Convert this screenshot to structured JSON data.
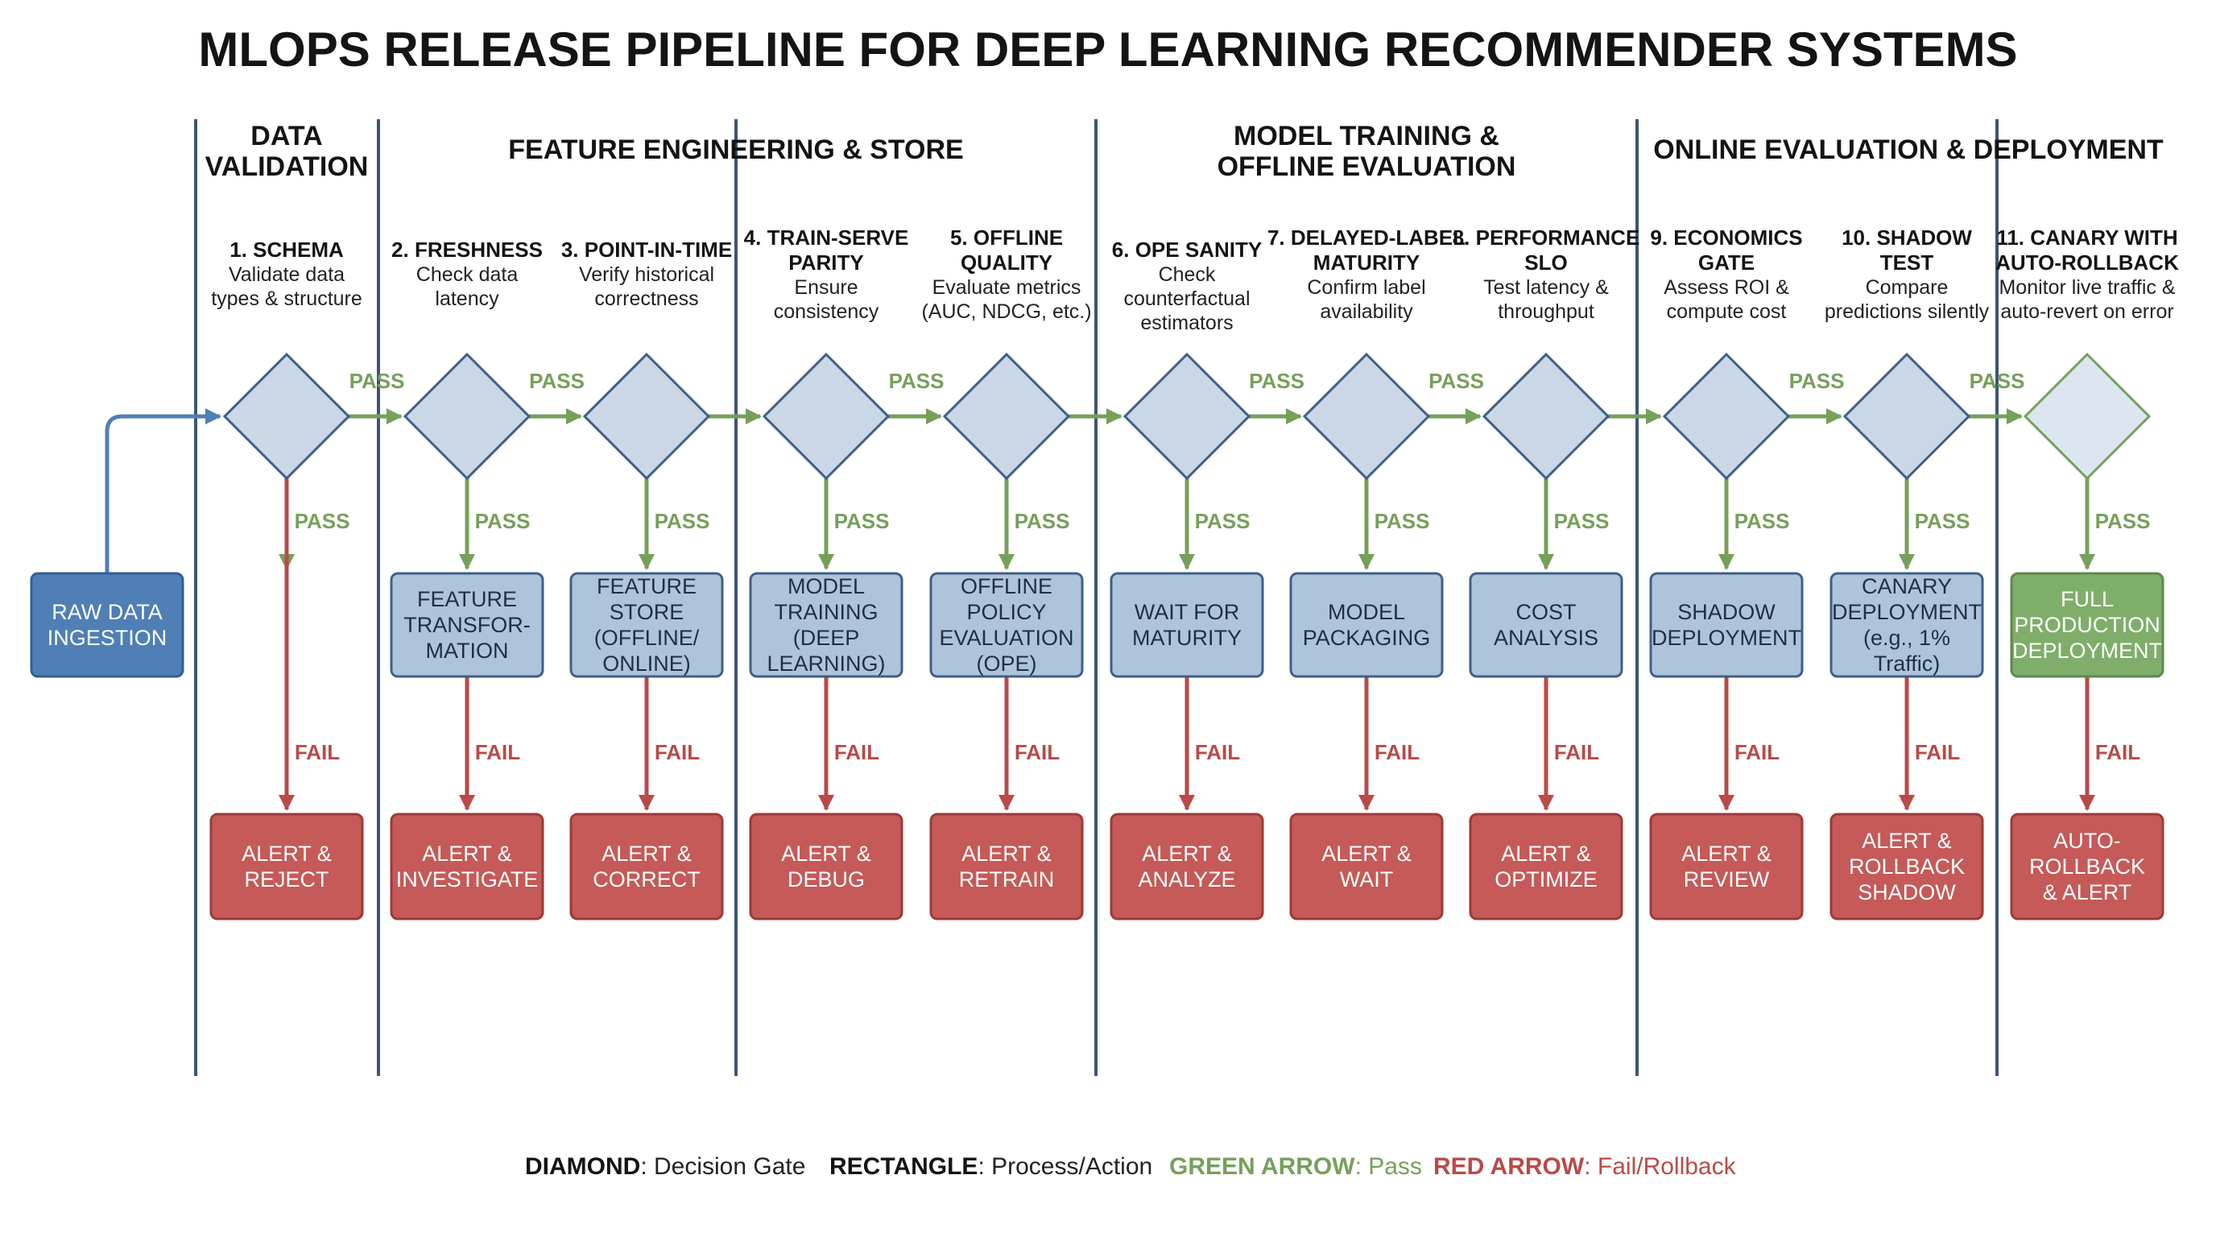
{
  "title": "MLOPS RELEASE PIPELINE FOR DEEP LEARNING RECOMMENDER SYSTEMS",
  "phases": [
    {
      "lines": [
        "DATA",
        "VALIDATION"
      ]
    },
    {
      "lines": [
        "FEATURE ENGINEERING & STORE"
      ]
    },
    {
      "lines": [
        "MODEL TRAINING &",
        "OFFLINE EVALUATION"
      ]
    },
    {
      "lines": [
        "ONLINE EVALUATION & DEPLOYMENT"
      ]
    }
  ],
  "start": {
    "lines": [
      "RAW DATA",
      "INGESTION"
    ]
  },
  "pass_label": "PASS",
  "fail_label": "FAIL",
  "gates": [
    {
      "title": [
        "1. SCHEMA"
      ],
      "desc": [
        "Validate data",
        "types & structure"
      ],
      "process": [
        "FEATURE",
        "TRANSFOR-",
        "MATION"
      ],
      "alert": [
        "ALERT &",
        "REJECT"
      ]
    },
    {
      "title": [
        "2. FRESHNESS"
      ],
      "desc": [
        "Check data",
        "latency"
      ],
      "process": [
        "FEATURE",
        "STORE",
        "(OFFLINE/",
        "ONLINE)"
      ],
      "alert": [
        "ALERT &",
        "INVESTIGATE"
      ]
    },
    {
      "title": [
        "3. POINT-IN-TIME"
      ],
      "desc": [
        "Verify historical",
        "correctness"
      ],
      "process": [
        "MODEL",
        "TRAINING",
        "(DEEP",
        "LEARNING)"
      ],
      "alert": [
        "ALERT &",
        "CORRECT"
      ]
    },
    {
      "title": [
        "4. TRAIN-SERVE",
        "PARITY"
      ],
      "desc": [
        "Ensure",
        "consistency"
      ],
      "process": [
        "OFFLINE",
        "POLICY",
        "EVALUATION",
        "(OPE)"
      ],
      "alert": [
        "ALERT &",
        "DEBUG"
      ]
    },
    {
      "title": [
        "5. OFFLINE",
        "QUALITY"
      ],
      "desc": [
        "Evaluate metrics",
        "(AUC, NDCG, etc.)"
      ],
      "process": [
        "WAIT FOR",
        "MATURITY"
      ],
      "alert": [
        "ALERT &",
        "RETRAIN"
      ]
    },
    {
      "title": [
        "6. OPE SANITY"
      ],
      "desc": [
        "Check",
        "counterfactual",
        "estimators"
      ],
      "process": [
        "MODEL",
        "PACKAGING"
      ],
      "alert": [
        "ALERT &",
        "ANALYZE"
      ]
    },
    {
      "title": [
        "7. DELAYED-LABEL",
        "MATURITY"
      ],
      "desc": [
        "Confirm label",
        "availability"
      ],
      "process": [
        "COST",
        "ANALYSIS"
      ],
      "alert": [
        "ALERT &",
        "WAIT"
      ]
    },
    {
      "title": [
        "8. PERFORMANCE",
        "SLO"
      ],
      "desc": [
        "Test latency &",
        "throughput"
      ],
      "process": [
        "SHADOW",
        "DEPLOYMENT"
      ],
      "alert": [
        "ALERT &",
        "OPTIMIZE"
      ]
    },
    {
      "title": [
        "9. ECONOMICS",
        "GATE"
      ],
      "desc": [
        "Assess ROI &",
        "compute cost"
      ],
      "process": [
        "CANARY",
        "DEPLOYMENT",
        "(e.g., 1%",
        "Traffic)"
      ],
      "alert": [
        "ALERT &",
        "REVIEW"
      ]
    },
    {
      "title": [
        "10. SHADOW",
        "TEST"
      ],
      "desc": [
        "Compare",
        "predictions silently"
      ],
      "process": [
        "FULL",
        "PRODUCTION",
        "DEPLOYMENT"
      ],
      "alert": [
        "ALERT &",
        "ROLLBACK",
        "SHADOW"
      ]
    },
    {
      "title": [
        "11. CANARY WITH",
        "AUTO-ROLLBACK"
      ],
      "desc": [
        "Monitor live traffic &",
        "auto-revert on error"
      ],
      "process": [],
      "alert": [
        "AUTO-",
        "ROLLBACK",
        "& ALERT"
      ]
    }
  ],
  "legend": [
    {
      "key": "DIAMOND",
      "text": ": Decision Gate",
      "color": "#141414"
    },
    {
      "key": "RECTANGLE",
      "text": ": Process/Action",
      "color": "#141414"
    },
    {
      "key": "GREEN ARROW",
      "text": ": Pass",
      "color": "#76a05a"
    },
    {
      "key": "RED ARROW",
      "text": ": Fail/Rollback",
      "color": "#b94a48"
    }
  ],
  "colors": {
    "gate_fill": "#c9d7e6",
    "gate_stroke": "#3f5f86",
    "process_fill": "#aec4da",
    "process_stroke": "#3f5f86",
    "start_fill": "#4f7fb5",
    "start_stroke": "#2f5f94",
    "final_fill": "#7fae6a",
    "final_stroke": "#5c8a48",
    "alert_fill": "#c55a58",
    "alert_stroke": "#9c3a38",
    "pass": "#76a05a",
    "fail": "#b94a48",
    "divider": "#3d5475"
  }
}
